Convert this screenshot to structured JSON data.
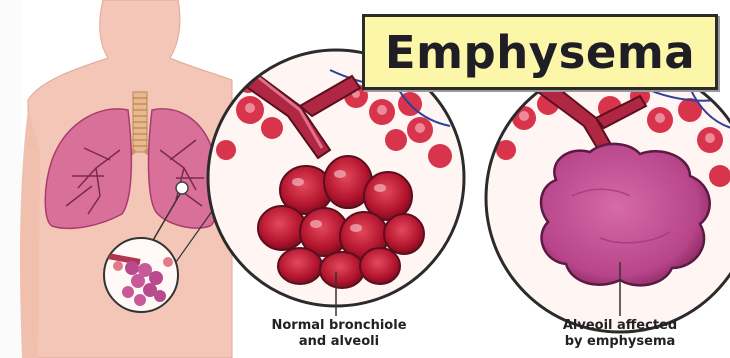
{
  "title": "Emphysema",
  "captions": {
    "normal": [
      "Normal bronchiole",
      "and alveoli"
    ],
    "affected": [
      "Alveoil affected",
      "by emphysema"
    ]
  },
  "colors": {
    "skin": "#f4c9bb",
    "lung": "#d76d98",
    "alveoli": "#c21f3a",
    "emphysema_sac": "#c04c92",
    "title_bg": "#fbf6a8"
  }
}
